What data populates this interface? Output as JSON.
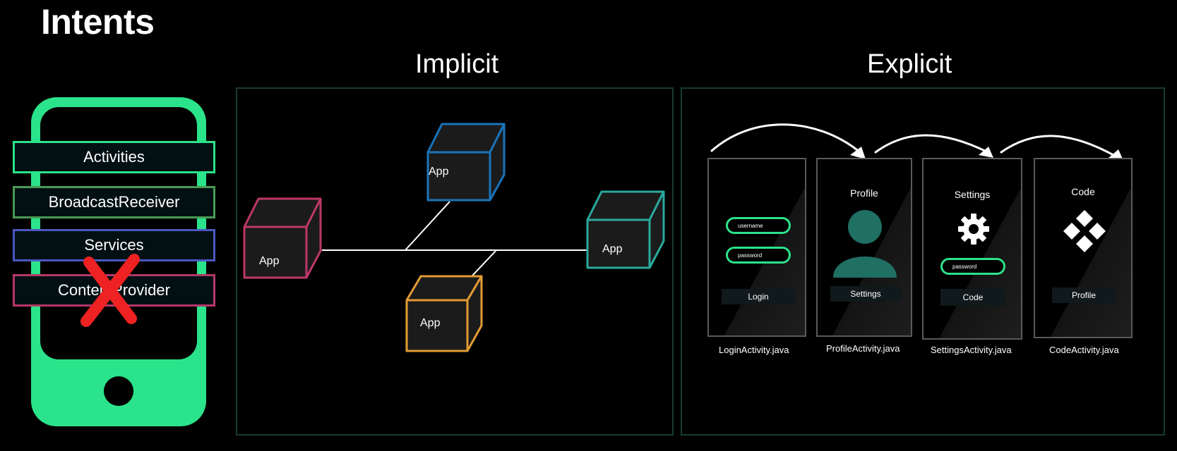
{
  "title": "Intents",
  "phone": {
    "components": [
      {
        "label": "Activities",
        "color": "#2be38a"
      },
      {
        "label": "BroadcastReceiver",
        "color": "#4a9a55"
      },
      {
        "label": "Services",
        "color": "#4b57c4"
      },
      {
        "label": "ContentProvider",
        "color": "#b53768"
      }
    ],
    "cross_color": "#ee2222"
  },
  "implicit": {
    "title": "Implicit",
    "apps": [
      {
        "label": "App",
        "color": "#1a74ba"
      },
      {
        "label": "App",
        "color": "#be3769"
      },
      {
        "label": "App",
        "color": "#2aa99d"
      },
      {
        "label": "App",
        "color": "#e39b33"
      }
    ]
  },
  "explicit": {
    "title": "Explicit",
    "screens": [
      {
        "title": "",
        "fields": [
          "username",
          "password"
        ],
        "button": "Login",
        "caption": "LoginActivity.java"
      },
      {
        "title": "Profile",
        "button": "Settings",
        "caption": "ProfileActivity.java"
      },
      {
        "title": "Settings",
        "fields": [
          "password"
        ],
        "button": "Code",
        "caption": "SettingsActivity.java"
      },
      {
        "title": "Code",
        "button": "Profile",
        "caption": "CodeActivity.java"
      }
    ],
    "accent": "#2be38a",
    "avatar_color": "#1f6f63"
  }
}
